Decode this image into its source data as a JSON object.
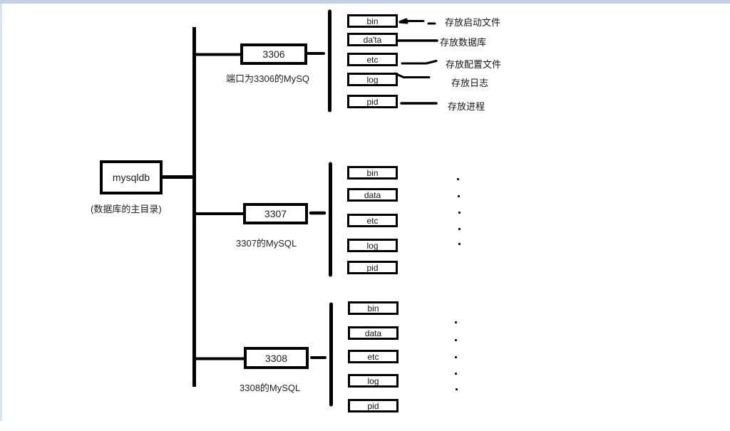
{
  "colors": {
    "line": "#000000",
    "text": "#1a1a1a",
    "frame_top": "#c6cfe1",
    "frame_left": "#dce3ef",
    "background": "#ffffff"
  },
  "root": {
    "label": "mysqldb",
    "caption": "(数据库的主目录)"
  },
  "nodes": [
    {
      "label": "3306",
      "caption": "端口为3306的MySQ",
      "children": [
        {
          "label": "bin",
          "note": "存放启动文件"
        },
        {
          "label": "da'ta",
          "note": "存放数据库"
        },
        {
          "label": "etc",
          "note": "存放配置文件"
        },
        {
          "label": "log",
          "note": "存放日志"
        },
        {
          "label": "pid",
          "note": "存放进程"
        }
      ]
    },
    {
      "label": "3307",
      "caption": "3307的MySQL",
      "children": [
        {
          "label": "bin"
        },
        {
          "label": "data"
        },
        {
          "label": "etc"
        },
        {
          "label": "log"
        },
        {
          "label": "pid"
        }
      ]
    },
    {
      "label": "3308",
      "caption": "3308的MySQL",
      "children": [
        {
          "label": "bin"
        },
        {
          "label": "data"
        },
        {
          "label": "etc"
        },
        {
          "label": "log"
        },
        {
          "label": "pid"
        }
      ]
    }
  ],
  "ellipsis_dot": "."
}
